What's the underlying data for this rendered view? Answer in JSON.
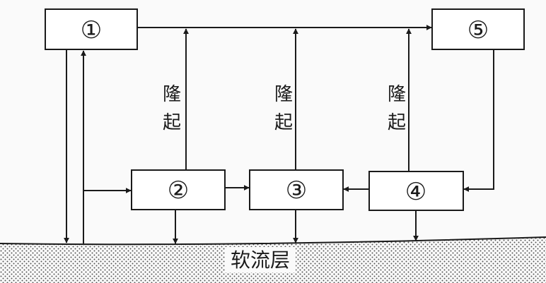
{
  "nodes": {
    "n1": "①",
    "n2": "②",
    "n3": "③",
    "n4": "④",
    "n5": "⑤"
  },
  "uplift": [
    "隆",
    "起"
  ],
  "layer": "软流层",
  "colors": {
    "ink": "#1a1a1a",
    "layer_dots": "#555555"
  }
}
